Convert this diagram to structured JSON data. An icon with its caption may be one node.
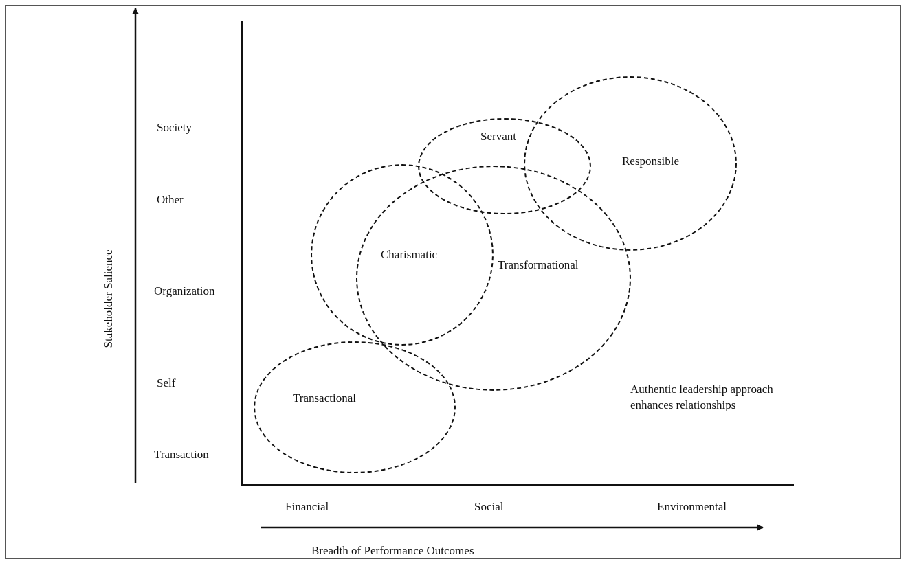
{
  "diagram": {
    "nodes": [
      {
        "text": [
          "Servant"
        ]
      },
      {
        "text": [
          "Responsible"
        ]
      },
      {
        "text": [
          "Charismatic"
        ]
      },
      {
        "text": [
          "Transformational"
        ]
      },
      {
        "text": [
          "Transactional"
        ]
      }
    ],
    "edges": [],
    "labels": [
      "Society",
      "Other",
      "Organization",
      "Self",
      "Transaction",
      "Stakeholder Salience",
      "Financial",
      "Social",
      "Environmental",
      "Breadth of Performance Outcomes",
      "Authentic leadership approach enhances relationships"
    ]
  }
}
